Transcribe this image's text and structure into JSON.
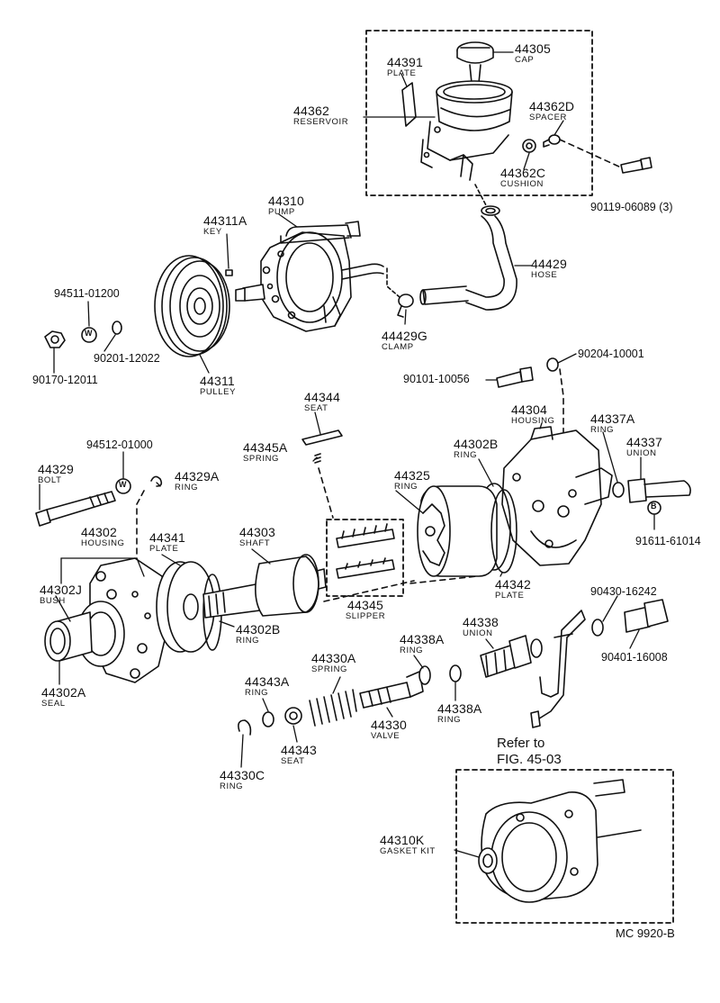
{
  "diagram": {
    "callouts": [
      {
        "id": "cap",
        "number": "44305",
        "name": "CAP"
      },
      {
        "id": "plate-top",
        "number": "44391",
        "name": "PLATE"
      },
      {
        "id": "reservoir",
        "number": "44362",
        "name": "RESERVOIR"
      },
      {
        "id": "spacer",
        "number": "44362D",
        "name": "SPACER"
      },
      {
        "id": "cushion",
        "number": "44362C",
        "name": "CUSHION"
      },
      {
        "id": "pump",
        "number": "44310",
        "name": "PUMP"
      },
      {
        "id": "key",
        "number": "44311A",
        "name": "KEY"
      },
      {
        "id": "hose",
        "number": "44429",
        "name": "HOSE"
      },
      {
        "id": "clamp",
        "number": "44429G",
        "name": "CLAMP"
      },
      {
        "id": "pulley",
        "number": "44311",
        "name": "PULLEY"
      },
      {
        "id": "seat-top",
        "number": "44344",
        "name": "SEAT"
      },
      {
        "id": "spring-top",
        "number": "44345A",
        "name": "SPRING"
      },
      {
        "id": "housing-right",
        "number": "44304",
        "name": "HOUSING"
      },
      {
        "id": "ring-37a",
        "number": "44337A",
        "name": "RING"
      },
      {
        "id": "union-37",
        "number": "44337",
        "name": "UNION"
      },
      {
        "id": "ring-02b-top",
        "number": "44302B",
        "name": "RING"
      },
      {
        "id": "bolt",
        "number": "44329",
        "name": "BOLT"
      },
      {
        "id": "ring-29a",
        "number": "44329A",
        "name": "RING"
      },
      {
        "id": "ring-25",
        "number": "44325",
        "name": "RING"
      },
      {
        "id": "housing-left",
        "number": "44302",
        "name": "HOUSING"
      },
      {
        "id": "plate-41",
        "number": "44341",
        "name": "PLATE"
      },
      {
        "id": "shaft",
        "number": "44303",
        "name": "SHAFT"
      },
      {
        "id": "bush",
        "number": "44302J",
        "name": "BUSH"
      },
      {
        "id": "slipper",
        "number": "44345",
        "name": "SLIPPER"
      },
      {
        "id": "plate-42",
        "number": "44342",
        "name": "PLATE"
      },
      {
        "id": "ring-02b-bottom",
        "number": "44302B",
        "name": "RING"
      },
      {
        "id": "union-38",
        "number": "44338",
        "name": "UNION"
      },
      {
        "id": "ring-38a-top",
        "number": "44338A",
        "name": "RING"
      },
      {
        "id": "spring-30a",
        "number": "44330A",
        "name": "SPRING"
      },
      {
        "id": "seal",
        "number": "44302A",
        "name": "SEAL"
      },
      {
        "id": "ring-43a",
        "number": "44343A",
        "name": "RING"
      },
      {
        "id": "valve",
        "number": "44330",
        "name": "VALVE"
      },
      {
        "id": "ring-38a-bottom",
        "number": "44338A",
        "name": "RING"
      },
      {
        "id": "seat-43",
        "number": "44343",
        "name": "SEAT"
      },
      {
        "id": "ring-30c",
        "number": "44330C",
        "name": "RING"
      },
      {
        "id": "gasket-kit",
        "number": "44310K",
        "name": "GASKET KIT"
      }
    ],
    "part_numbers": [
      {
        "id": "p90119",
        "text": "90119-06089 (3)"
      },
      {
        "id": "p94511",
        "text": "94511-01200"
      },
      {
        "id": "p90201",
        "text": "90201-12022"
      },
      {
        "id": "p90170",
        "text": "90170-12011"
      },
      {
        "id": "p90204",
        "text": "90204-10001"
      },
      {
        "id": "p90101",
        "text": "90101-10056"
      },
      {
        "id": "p94512",
        "text": "94512-01000"
      },
      {
        "id": "p91611",
        "text": "91611-61014"
      },
      {
        "id": "p90430",
        "text": "90430-16242"
      },
      {
        "id": "p90401",
        "text": "90401-16008"
      }
    ],
    "washer_marks": [
      {
        "id": "w1",
        "text": "W"
      },
      {
        "id": "w2",
        "text": "W"
      },
      {
        "id": "b1",
        "text": "B"
      }
    ],
    "reference": {
      "line1": "Refer to",
      "line2": "FIG. 45-03"
    },
    "drawing_code": "MC  9920-B"
  }
}
